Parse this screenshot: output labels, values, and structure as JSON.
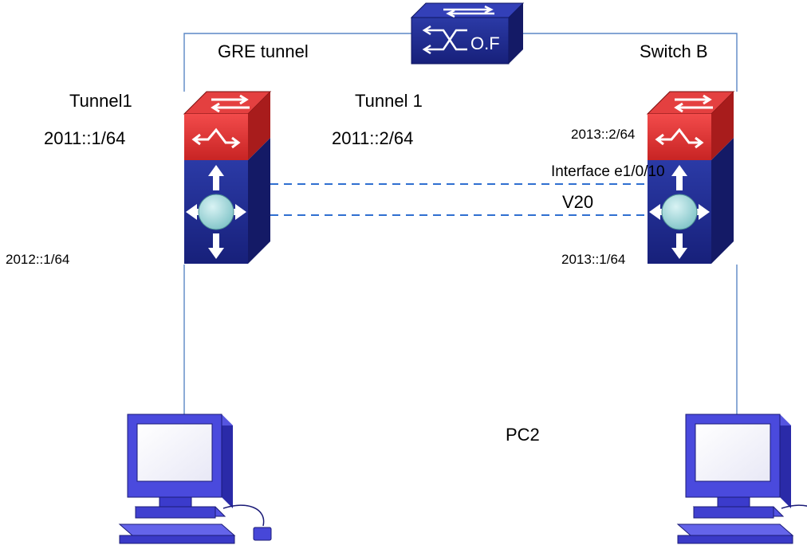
{
  "labels": {
    "gre_tunnel": "GRE tunnel",
    "switch_b": "Switch B",
    "tunnel1_left": "Tunnel1",
    "tunnel1_mid": "Tunnel 1",
    "addr_2011_1": "2011::1/64",
    "addr_2011_2": "2011::2/64",
    "addr_2013_2": "2013::2/64",
    "interface": "Interface e1/0/10",
    "vlan": "V20",
    "addr_2012_1": "2012::1/64",
    "addr_2013_1": "2013::1/64",
    "pc2": "PC2",
    "cloud_label": "O.F"
  },
  "colors": {
    "switch_top_red": "#e03030",
    "switch_body_blue": "#1f2b8c",
    "cloud_blue": "#1f2b8c",
    "link_blue": "#5b87c5",
    "dashed_link": "#2f6fd0",
    "pc_body": "#4444dd"
  },
  "icons": [
    "layer3-switch-icon",
    "of-switch-icon",
    "pc-icon"
  ]
}
